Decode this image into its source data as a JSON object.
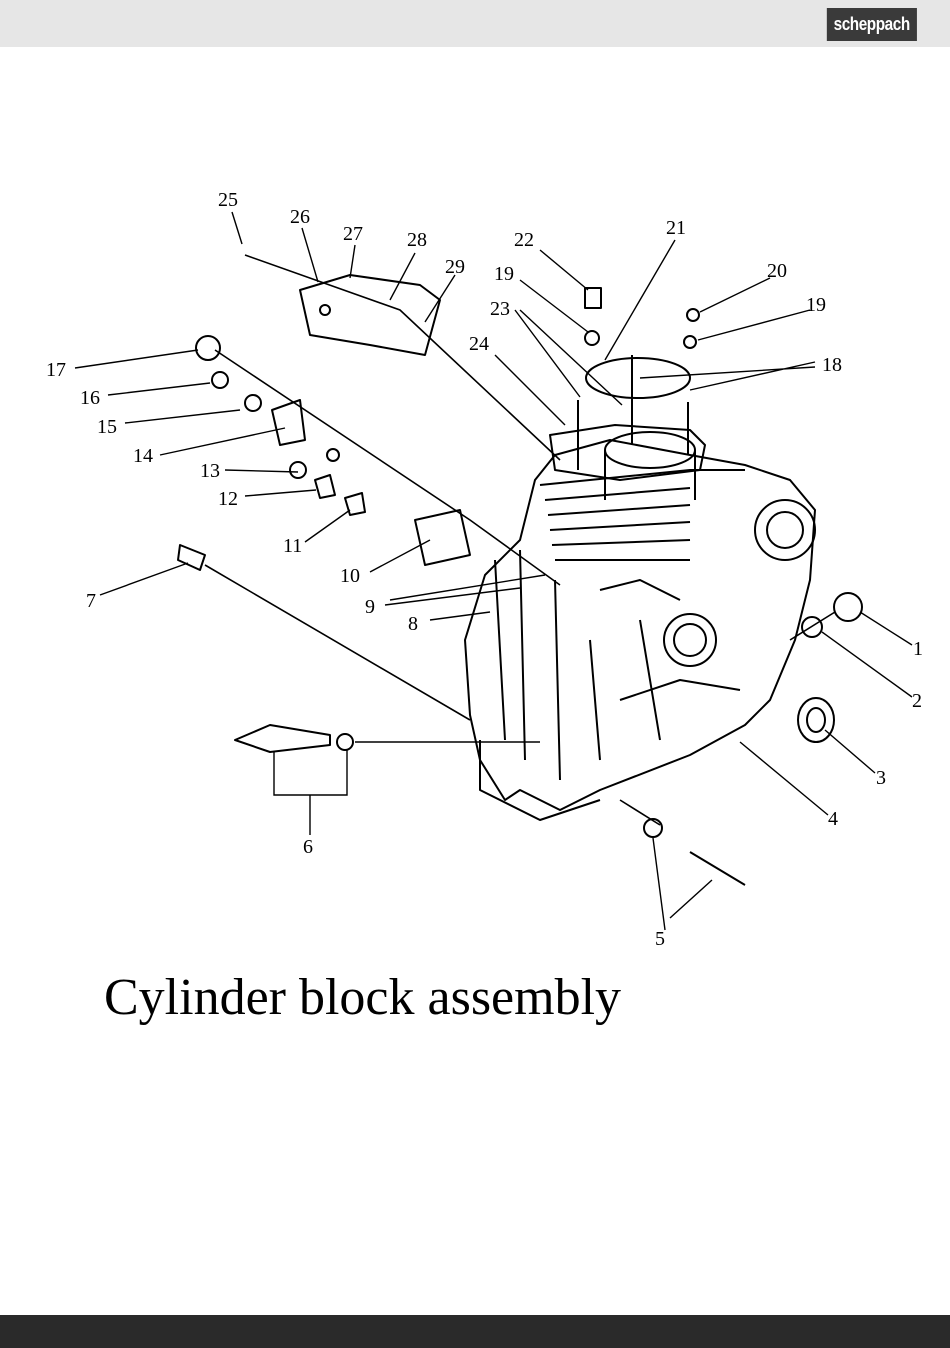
{
  "header": {
    "brand": "scheppach"
  },
  "diagram": {
    "labels": [
      "1",
      "2",
      "3",
      "4",
      "5",
      "6",
      "7",
      "8",
      "9",
      "10",
      "11",
      "12",
      "13",
      "14",
      "15",
      "16",
      "17",
      "18",
      "19",
      "19",
      "20",
      "21",
      "22",
      "23",
      "24",
      "25",
      "26",
      "27",
      "28",
      "29"
    ]
  },
  "title": "Cylinder block assembly"
}
